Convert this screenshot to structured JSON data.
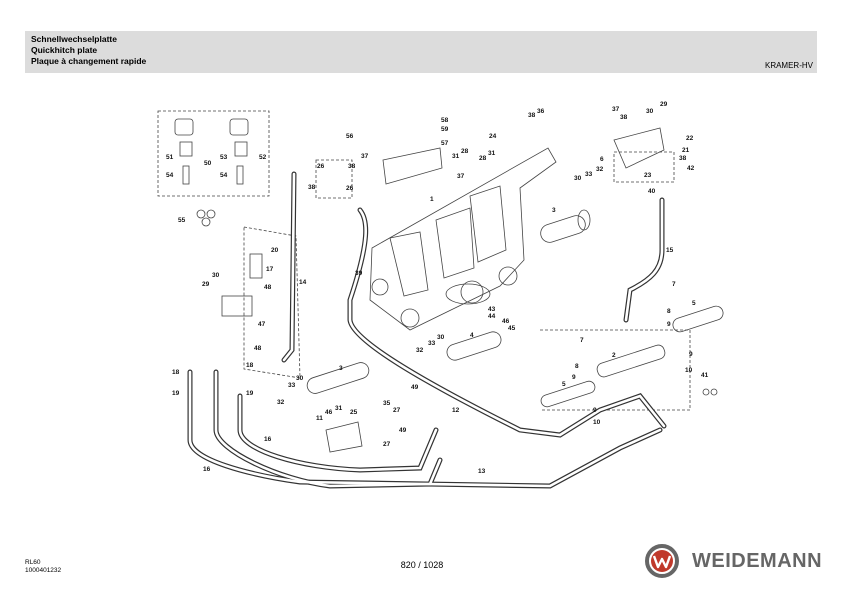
{
  "header": {
    "title_de": "Schnellwechselplatte",
    "title_en": "Quickhitch plate",
    "title_fr": "Plaque à changement rapide",
    "product": "KRAMER-HV"
  },
  "diagram": {
    "callouts": [
      {
        "id": "c56",
        "label": "56"
      },
      {
        "id": "c26a",
        "label": "26"
      },
      {
        "id": "c37a",
        "label": "37"
      },
      {
        "id": "c38a",
        "label": "38"
      },
      {
        "id": "c38b",
        "label": "38"
      },
      {
        "id": "c26b",
        "label": "26"
      },
      {
        "id": "c58",
        "label": "58"
      },
      {
        "id": "c59",
        "label": "59"
      },
      {
        "id": "c57",
        "label": "57"
      },
      {
        "id": "c24",
        "label": "24"
      },
      {
        "id": "c38c",
        "label": "38"
      },
      {
        "id": "c36",
        "label": "36"
      },
      {
        "id": "c37b",
        "label": "37"
      },
      {
        "id": "c38d",
        "label": "38"
      },
      {
        "id": "c30a",
        "label": "30"
      },
      {
        "id": "c29a",
        "label": "29"
      },
      {
        "id": "c22",
        "label": "22"
      },
      {
        "id": "c21",
        "label": "21"
      },
      {
        "id": "c6",
        "label": "6"
      },
      {
        "id": "c38e",
        "label": "38"
      },
      {
        "id": "c42",
        "label": "42"
      },
      {
        "id": "c23",
        "label": "23"
      },
      {
        "id": "c40",
        "label": "40"
      },
      {
        "id": "c32a",
        "label": "32"
      },
      {
        "id": "c33a",
        "label": "33"
      },
      {
        "id": "c30b",
        "label": "30"
      },
      {
        "id": "c31a",
        "label": "31"
      },
      {
        "id": "c28a",
        "label": "28"
      },
      {
        "id": "c31b",
        "label": "31"
      },
      {
        "id": "c28b",
        "label": "28"
      },
      {
        "id": "c37c",
        "label": "37"
      },
      {
        "id": "c1",
        "label": "1"
      },
      {
        "id": "c3a",
        "label": "3"
      },
      {
        "id": "c15",
        "label": "15"
      },
      {
        "id": "c51",
        "label": "51"
      },
      {
        "id": "c50",
        "label": "50"
      },
      {
        "id": "c53",
        "label": "53"
      },
      {
        "id": "c52",
        "label": "52"
      },
      {
        "id": "c54a",
        "label": "54"
      },
      {
        "id": "c54b",
        "label": "54"
      },
      {
        "id": "c55",
        "label": "55"
      },
      {
        "id": "c20",
        "label": "20"
      },
      {
        "id": "c17",
        "label": "17"
      },
      {
        "id": "c48a",
        "label": "48"
      },
      {
        "id": "c30c",
        "label": "30"
      },
      {
        "id": "c29b",
        "label": "29"
      },
      {
        "id": "c14",
        "label": "14"
      },
      {
        "id": "c39",
        "label": "39"
      },
      {
        "id": "c47",
        "label": "47"
      },
      {
        "id": "c48b",
        "label": "48"
      },
      {
        "id": "c43",
        "label": "43"
      },
      {
        "id": "c44",
        "label": "44"
      },
      {
        "id": "c46a",
        "label": "46"
      },
      {
        "id": "c45",
        "label": "45"
      },
      {
        "id": "c7a",
        "label": "7"
      },
      {
        "id": "c8a",
        "label": "8"
      },
      {
        "id": "c5a",
        "label": "5"
      },
      {
        "id": "c9a",
        "label": "9"
      },
      {
        "id": "c9b",
        "label": "9"
      },
      {
        "id": "c10a",
        "label": "10"
      },
      {
        "id": "c41",
        "label": "41"
      },
      {
        "id": "c18a",
        "label": "18"
      },
      {
        "id": "c18b",
        "label": "18"
      },
      {
        "id": "c19a",
        "label": "19"
      },
      {
        "id": "c19b",
        "label": "19"
      },
      {
        "id": "c32b",
        "label": "32"
      },
      {
        "id": "c33b",
        "label": "33"
      },
      {
        "id": "c30d",
        "label": "30"
      },
      {
        "id": "c4",
        "label": "4"
      },
      {
        "id": "c3b",
        "label": "3"
      },
      {
        "id": "c32c",
        "label": "32"
      },
      {
        "id": "c33c",
        "label": "33"
      },
      {
        "id": "c30e",
        "label": "30"
      },
      {
        "id": "c7b",
        "label": "7"
      },
      {
        "id": "c8b",
        "label": "8"
      },
      {
        "id": "c2",
        "label": "2"
      },
      {
        "id": "c9c",
        "label": "9"
      },
      {
        "id": "c5b",
        "label": "5"
      },
      {
        "id": "c9d",
        "label": "9"
      },
      {
        "id": "c10b",
        "label": "10"
      },
      {
        "id": "c49a",
        "label": "49"
      },
      {
        "id": "c35",
        "label": "35"
      },
      {
        "id": "c27a",
        "label": "27"
      },
      {
        "id": "c27b",
        "label": "27"
      },
      {
        "id": "c49b",
        "label": "49"
      },
      {
        "id": "c25",
        "label": "25"
      },
      {
        "id": "c31c",
        "label": "31"
      },
      {
        "id": "c46b",
        "label": "46"
      },
      {
        "id": "c11",
        "label": "11"
      },
      {
        "id": "c12",
        "label": "12"
      },
      {
        "id": "c16a",
        "label": "16"
      },
      {
        "id": "c16b",
        "label": "16"
      },
      {
        "id": "c13",
        "label": "13"
      }
    ]
  },
  "footer": {
    "model": "RL60",
    "doc_number": "1000401232",
    "page": "820 / 1028",
    "brand": "WEIDEMANN"
  },
  "colors": {
    "header_bg": "#dcdcdc",
    "logo_red": "#c0392b",
    "logo_gray": "#666666"
  }
}
